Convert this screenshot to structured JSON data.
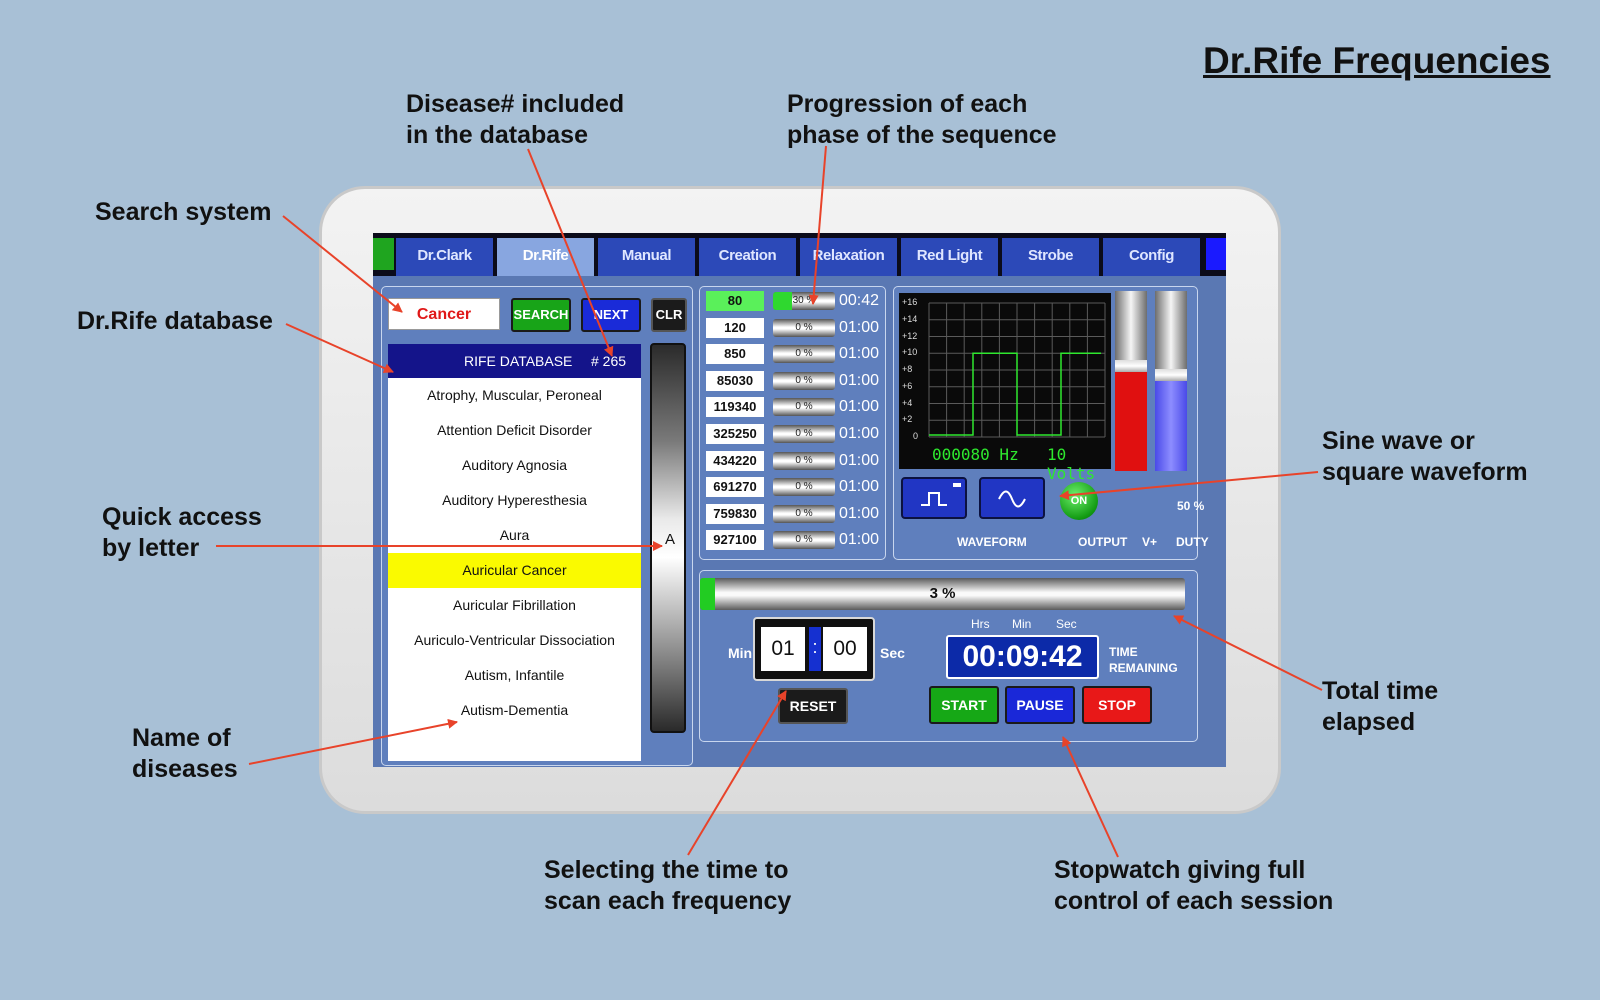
{
  "title": "Dr.Rife Frequencies",
  "annotations": {
    "search_system": "Search system",
    "rife_database": "Dr.Rife database",
    "disease_number_l1": "Disease#  included",
    "disease_number_l2": "in the database",
    "progression_l1": "Progression of each",
    "progression_l2": "phase of the sequence",
    "quick_access_l1": "Quick access",
    "quick_access_l2": "by  letter",
    "name_diseases_l1": "Name of",
    "name_diseases_l2": "diseases",
    "waveform_l1": "Sine wave or",
    "waveform_l2": "square waveform",
    "total_time_l1": "Total time",
    "total_time_l2": "elapsed",
    "select_time_l1": "Selecting the time to",
    "select_time_l2": "scan each frequency",
    "stopwatch_l1": "Stopwatch giving full",
    "stopwatch_l2": "control of each session"
  },
  "tabs": [
    {
      "label": "Dr.Clark",
      "active": false
    },
    {
      "label": "Dr.Rife",
      "active": true
    },
    {
      "label": "Manual",
      "active": false
    },
    {
      "label": "Creation",
      "active": false
    },
    {
      "label": "Relaxation",
      "active": false
    },
    {
      "label": "Red Light",
      "active": false
    },
    {
      "label": "Strobe",
      "active": false
    },
    {
      "label": "Config",
      "active": false
    }
  ],
  "search": {
    "value": "Cancer",
    "search_label": "SEARCH",
    "next_label": "NEXT",
    "clear_label": "CLR"
  },
  "database": {
    "header": "RIFE DATABASE",
    "count": "# 265",
    "items": [
      {
        "label": "Atrophy, Muscular, Peroneal",
        "selected": false
      },
      {
        "label": "Attention Deficit Disorder",
        "selected": false
      },
      {
        "label": "Auditory Agnosia",
        "selected": false
      },
      {
        "label": "Auditory Hyperesthesia",
        "selected": false
      },
      {
        "label": "Aura",
        "selected": false
      },
      {
        "label": "Auricular Cancer",
        "selected": true
      },
      {
        "label": "Auricular Fibrillation",
        "selected": false
      },
      {
        "label": "Auriculo-Ventricular Dissociation",
        "selected": false
      },
      {
        "label": "Autism, Infantile",
        "selected": false
      },
      {
        "label": "Autism-Dementia",
        "selected": false
      }
    ],
    "alpha_letter": "A"
  },
  "sequence": [
    {
      "freq": "80",
      "progress_label": "30 %",
      "progress": 0.3,
      "time": "00:42",
      "active": true
    },
    {
      "freq": "120",
      "progress_label": "0 %",
      "progress": 0,
      "time": "01:00",
      "active": false
    },
    {
      "freq": "850",
      "progress_label": "0 %",
      "progress": 0,
      "time": "01:00",
      "active": false
    },
    {
      "freq": "85030",
      "progress_label": "0 %",
      "progress": 0,
      "time": "01:00",
      "active": false
    },
    {
      "freq": "119340",
      "progress_label": "0 %",
      "progress": 0,
      "time": "01:00",
      "active": false
    },
    {
      "freq": "325250",
      "progress_label": "0 %",
      "progress": 0,
      "time": "01:00",
      "active": false
    },
    {
      "freq": "434220",
      "progress_label": "0 %",
      "progress": 0,
      "time": "01:00",
      "active": false
    },
    {
      "freq": "691270",
      "progress_label": "0 %",
      "progress": 0,
      "time": "01:00",
      "active": false
    },
    {
      "freq": "759830",
      "progress_label": "0 %",
      "progress": 0,
      "time": "01:00",
      "active": false
    },
    {
      "freq": "927100",
      "progress_label": "0 %",
      "progress": 0,
      "time": "01:00",
      "active": false
    }
  ],
  "scope": {
    "ticks": [
      "+16",
      "+14",
      "+12",
      "+10",
      "+8",
      "+6",
      "+4",
      "+2",
      "0"
    ],
    "freq_readout": "000080 Hz",
    "volts_readout": "10 Volts"
  },
  "levels": {
    "output": 0.55,
    "duty": 0.5
  },
  "output": {
    "on_label": "ON",
    "duty_value": "50 %",
    "waveform_label": "WAVEFORM",
    "output_label": "OUTPUT",
    "vplus_label": "V+",
    "duty_label": "DUTY"
  },
  "total": {
    "progress": 0.03,
    "label": "3 %"
  },
  "step_timer": {
    "min_label": "Min",
    "sec_label": "Sec",
    "min": "01",
    "colon": ":",
    "sec": "00",
    "reset_label": "RESET"
  },
  "stopwatch": {
    "hrs_label": "Hrs",
    "min_label": "Min",
    "sec_label": "Sec",
    "time": "00:09:42",
    "remaining_l1": "TIME",
    "remaining_l2": "REMAINING",
    "start_label": "START",
    "pause_label": "PAUSE",
    "stop_label": "STOP"
  },
  "colors": {
    "background": "#a8c0d6",
    "arrow": "#e8432a",
    "tab": "#2c49b8",
    "tab_active": "#88a6e0",
    "panel": "#5f7fbd",
    "selected_row": "#fafa00",
    "scope_trace": "#2ee82e",
    "red_level": "#e01010",
    "blue_level": "#6f6ff5"
  }
}
